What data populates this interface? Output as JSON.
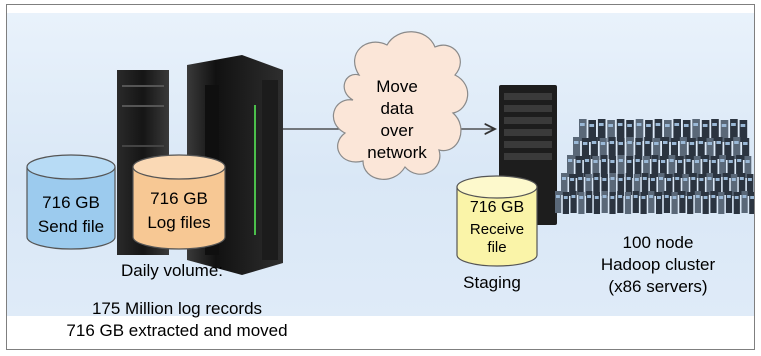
{
  "cylinders": {
    "send": {
      "size": "716 GB",
      "label": "Send file",
      "color": "#9ccbee"
    },
    "log": {
      "size": "716 GB",
      "label": "Log files",
      "color": "#f7c894"
    },
    "receive": {
      "size": "716 GB",
      "label_line1": "Receive",
      "label_line2": "file",
      "color": "#faf4a8"
    }
  },
  "cloud": {
    "line1": "Move",
    "line2": "data",
    "line3": "over",
    "line4": "network",
    "color": "#fbe6d8"
  },
  "captions": {
    "daily_volume": "Daily volume:",
    "records": "175 Million log records",
    "extracted": "716 GB extracted and moved",
    "staging": "Staging",
    "cluster_line1": "100 node",
    "cluster_line2": "Hadoop cluster",
    "cluster_line3": "(x86 servers)"
  }
}
